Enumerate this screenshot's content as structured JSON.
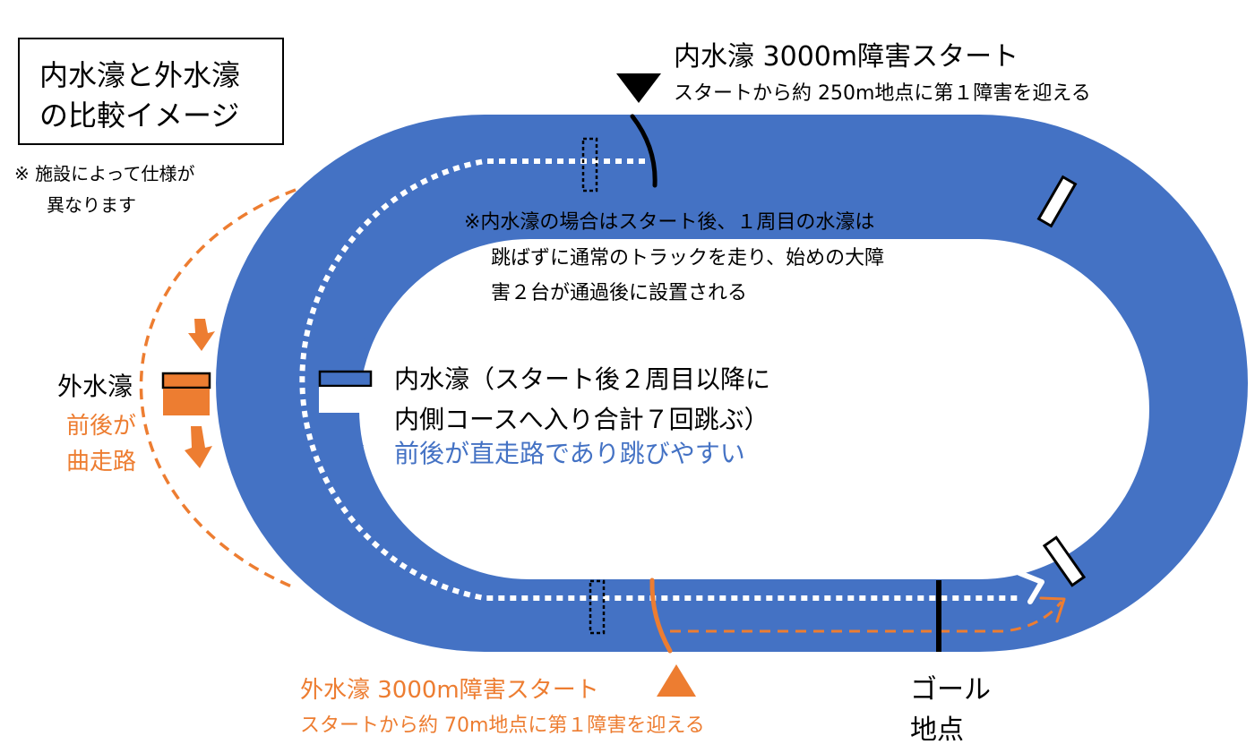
{
  "title": {
    "line1": "内水濠と外水濠",
    "line2": "の比較イメージ"
  },
  "note": {
    "line1": "※ 施設によって仕様が",
    "line2": "異なります"
  },
  "inner_start": {
    "heading": "内水濠  3000m障害スタート",
    "detail": "スタートから約 250m地点に第１障害を迎える"
  },
  "inner_remark": {
    "line1": "※内水濠の場合はスタート後、１周目の水濠は",
    "line2": "跳ばずに通常のトラックを走り、始めの大障",
    "line3": "害２台が通過後に設置される"
  },
  "outer_pit": {
    "label": "外水濠",
    "desc1": "前後が",
    "desc2": "曲走路"
  },
  "inner_pit": {
    "label1": "内水濠（スタート後２周目以降に",
    "label2": "内側コースへ入り合計７回跳ぶ）",
    "desc": "前後が直走路であり跳びやすい"
  },
  "outer_start": {
    "heading": "外水濠  3000m障害スタート",
    "detail": "スタートから約 70m地点に第１障害を迎える"
  },
  "goal": {
    "line1": "ゴール",
    "line2": "地点"
  },
  "colors": {
    "track": "#4472C4",
    "orange": "#ED7D31",
    "text": "#000000"
  }
}
